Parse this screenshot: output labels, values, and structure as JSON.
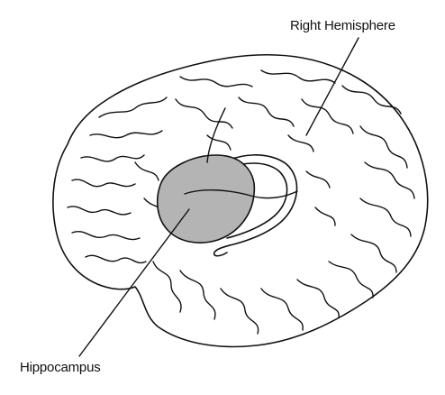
{
  "labels": {
    "right_hemisphere": "Right Hemisphere",
    "hippocampus": "Hippocampus"
  },
  "colors": {
    "outline": "#111111",
    "limbic_fill": "#b4b4b4",
    "background": "#ffffff"
  },
  "icons": {
    "brain": "brain-sagittal-illustration",
    "hippocampus": "hippocampus-shaded-region"
  }
}
